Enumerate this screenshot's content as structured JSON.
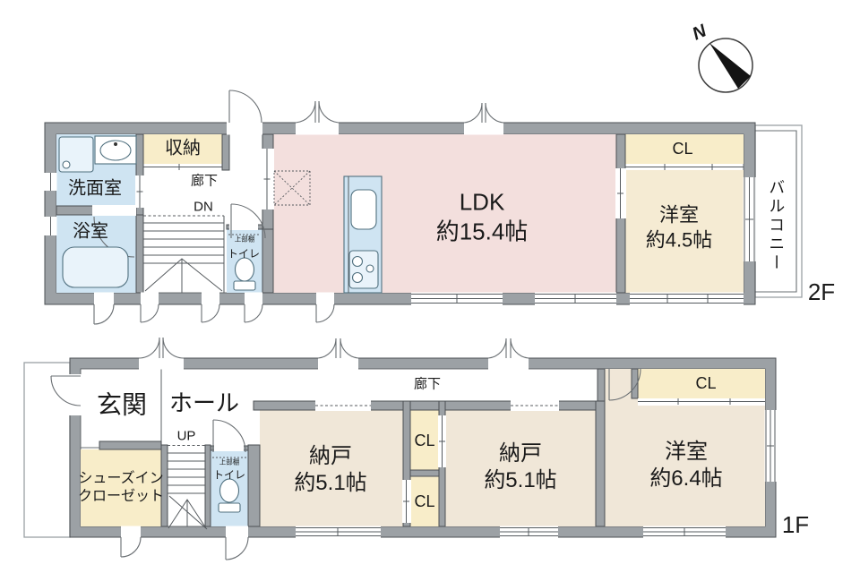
{
  "compass": {
    "north_label": "N"
  },
  "floor_2f": {
    "floor_label": "2F",
    "rooms": {
      "washroom": "洗面室",
      "storage": "収納",
      "hallway": "廊下",
      "stairs_down": "DN",
      "bathroom": "浴室",
      "toilet": "トイレ",
      "toilet_shelf": "上部棚",
      "ldk_name": "LDK",
      "ldk_size": "約15.4帖",
      "closet": "CL",
      "western_room_name": "洋室",
      "western_room_size": "約4.5帖",
      "balcony": "バルコニー"
    }
  },
  "floor_1f": {
    "floor_label": "1F",
    "rooms": {
      "entrance": "玄関",
      "hall": "ホール",
      "stairs_up": "UP",
      "shoe_closet_line1": "シューズイン",
      "shoe_closet_line2": "クローゼット",
      "toilet": "トイレ",
      "toilet_shelf": "上部棚",
      "hallway": "廊下",
      "storage1_name": "納戸",
      "storage1_size": "約5.1帖",
      "storage2_name": "納戸",
      "storage2_size": "約5.1帖",
      "closet_upper": "CL",
      "closet_lower": "CL",
      "closet_west": "CL",
      "western_room_name": "洋室",
      "western_room_size": "約6.4帖"
    }
  },
  "colors": {
    "wall": "#9ca1a5",
    "water_blue": "#cfe4f2",
    "closet_cream": "#f8edc9",
    "room_beige": "#f0e7d8",
    "room_cream2": "#f5ebd3",
    "ldk_pink": "#f3dfdd"
  }
}
